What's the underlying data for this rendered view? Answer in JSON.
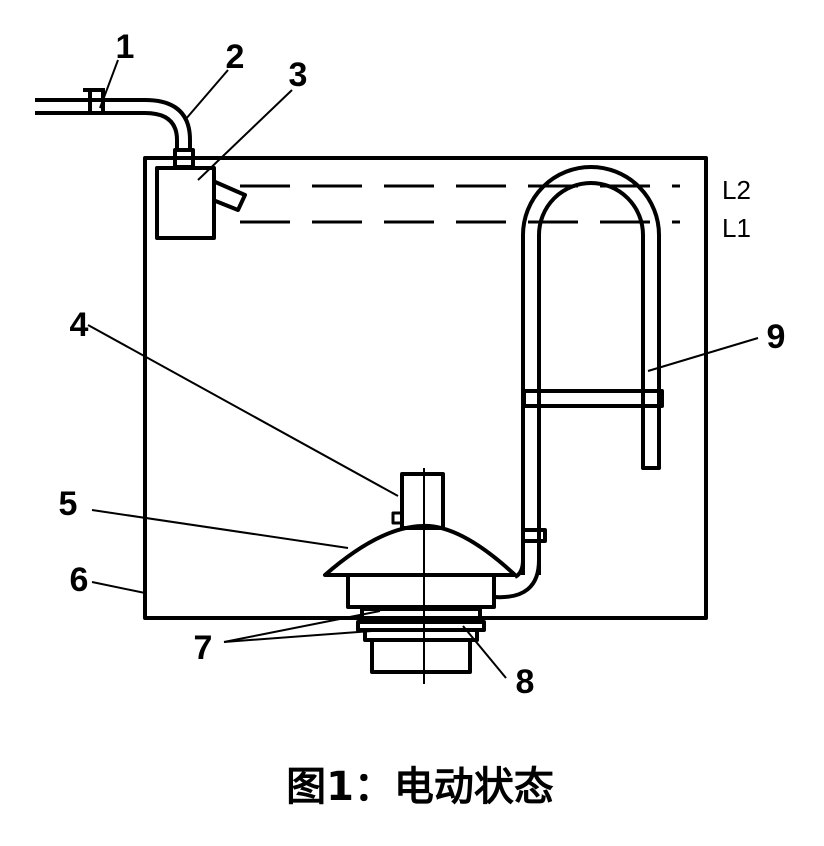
{
  "labels": {
    "n1": "1",
    "n2": "2",
    "n3": "3",
    "n4": "4",
    "n5": "5",
    "n6": "6",
    "n7": "7",
    "n8": "8",
    "n9": "9"
  },
  "levels": {
    "upper": "L2",
    "lower": "L1"
  },
  "caption": "图1：电动状态",
  "colors": {
    "line": "#000000",
    "background": "#ffffff"
  }
}
